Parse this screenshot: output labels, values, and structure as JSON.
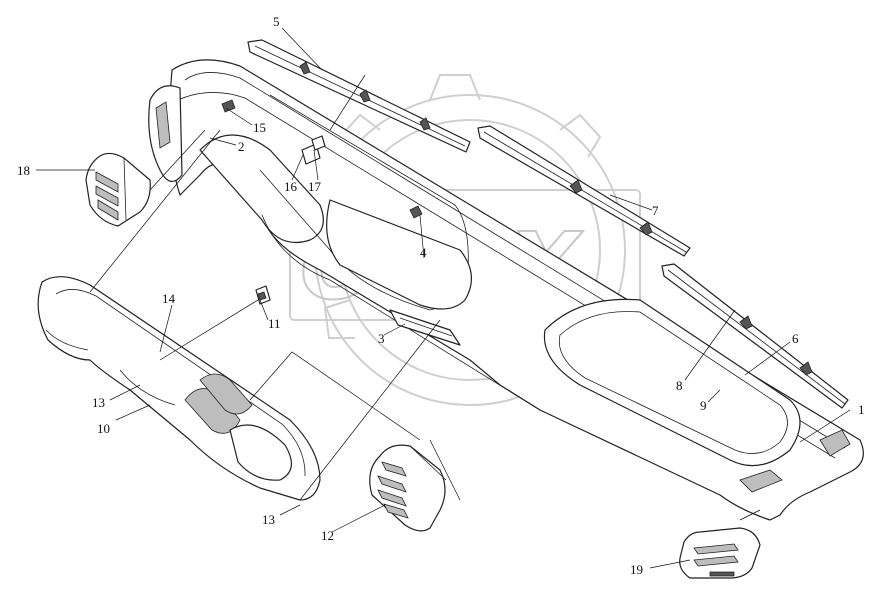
{
  "watermark": {
    "text": "OPEX"
  },
  "callouts": [
    {
      "id": "1",
      "label": "1"
    },
    {
      "id": "2",
      "label": "2"
    },
    {
      "id": "3",
      "label": "3"
    },
    {
      "id": "4",
      "label": "4"
    },
    {
      "id": "5",
      "label": "5"
    },
    {
      "id": "6",
      "label": "6"
    },
    {
      "id": "7",
      "label": "7"
    },
    {
      "id": "8",
      "label": "8"
    },
    {
      "id": "9",
      "label": "9"
    },
    {
      "id": "10",
      "label": "10"
    },
    {
      "id": "11",
      "label": "11"
    },
    {
      "id": "12",
      "label": "12"
    },
    {
      "id": "13a",
      "label": "13"
    },
    {
      "id": "13b",
      "label": "13"
    },
    {
      "id": "14",
      "label": "14"
    },
    {
      "id": "15",
      "label": "15"
    },
    {
      "id": "16",
      "label": "16"
    },
    {
      "id": "17",
      "label": "17"
    },
    {
      "id": "18",
      "label": "18"
    },
    {
      "id": "19",
      "label": "19"
    }
  ]
}
